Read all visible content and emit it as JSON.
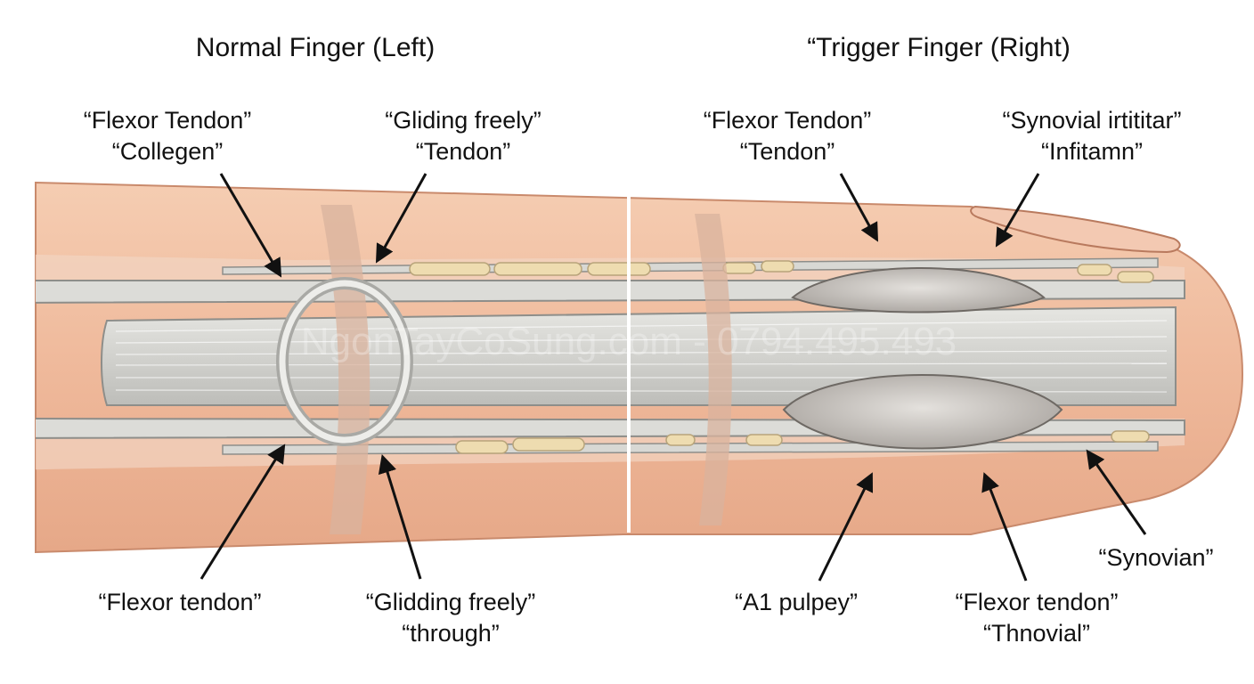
{
  "titles": {
    "left": "Normal Finger (Left)",
    "right": "“Trigger Finger (Right)"
  },
  "left_labels": {
    "flexor_tendon": "“Flexor Tendon”",
    "collegen": "“Collegen”",
    "gliding_freely": "“Gliding freely”",
    "tendon": "“Tendon”",
    "flexor_tendon_lower": "“Flexor tendon”",
    "glidding_freely": "“Glidding freely”",
    "through": "“through”"
  },
  "right_labels": {
    "flexor_tendon": "“Flexor Tendon”",
    "tendon": "“Tendon”",
    "synovial_irtititar": "“Synovial irtititar”",
    "infitamn": "“Infitamn”",
    "synovian": "“Synovian”",
    "a1_pulpey": "“A1 pulpey”",
    "flexor_tendon_lower": "“Flexor tendon”",
    "thnovial": "“Thnovial”"
  },
  "watermark": "NgonTayCoSung.com - 0794.495.493",
  "colors": {
    "skin": "#efb99b",
    "skin_edge": "#c98a6c",
    "sheath": "#dcdcd8",
    "tendon": "#d2d2ce",
    "nodule": "#cfcbc6",
    "fat": "#eedcb0",
    "arrow": "#111111"
  }
}
